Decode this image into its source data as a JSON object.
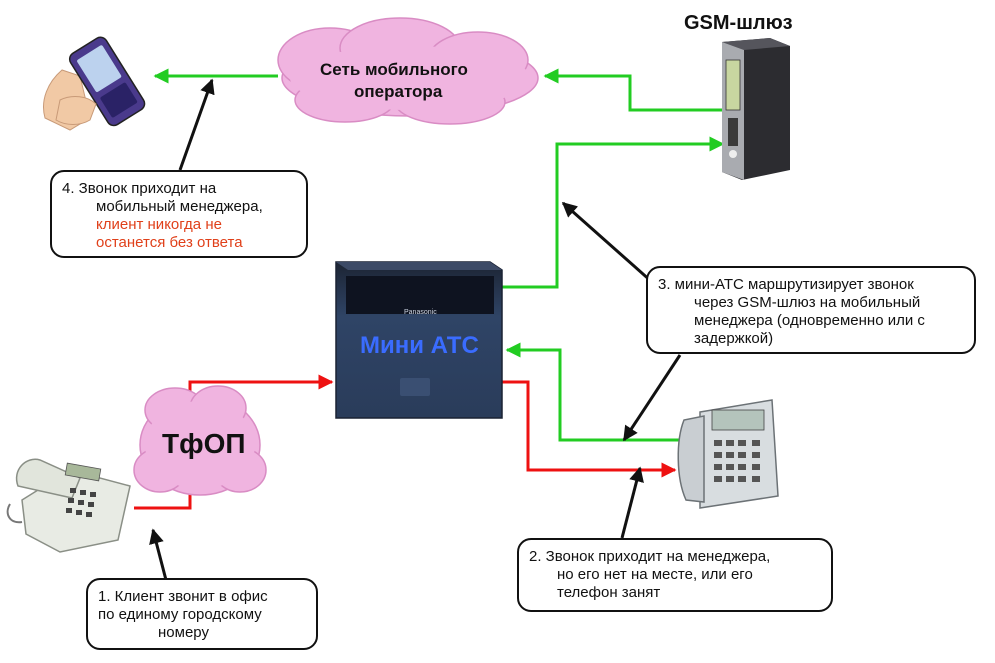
{
  "nodes": {
    "gsm_gateway_label": "GSM-шлюз",
    "mobile_network_line1": "Сеть мобильного",
    "mobile_network_line2": "оператора",
    "pbx_label": "Мини АТС",
    "pbx_brand": "Panasonic",
    "pstn_label": "ТфОП"
  },
  "callouts": {
    "step1": {
      "line1": "1. Клиент звонит в офис",
      "line2": "по единому  городскому",
      "line3": "номеру"
    },
    "step2": {
      "line1": "2. Звонок приходит на менеджера,",
      "line2": "но его нет на месте, или его",
      "line3": "телефон занят"
    },
    "step3": {
      "line1": "3. мини-АТС маршрутизирует звонок",
      "line2": "через GSM-шлюз на мобильный",
      "line3": "менеджера (одновременно или с",
      "line4": "задержкой)"
    },
    "step4": {
      "line1": "4. Звонок приходит на",
      "line2": "мобильный менеджера,",
      "line3_red": "клиент никогда не",
      "line4_red": "останется без ответа"
    }
  },
  "colors": {
    "green": "#22cc22",
    "red": "#ee1111",
    "cloud": "#f0b4e0",
    "pbx": "#2a3c5a",
    "pbx_text": "#3a6cff",
    "highlight": "#e0401a"
  }
}
